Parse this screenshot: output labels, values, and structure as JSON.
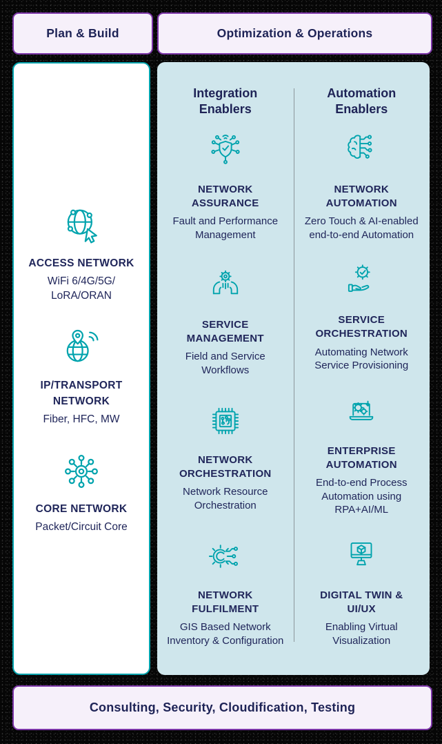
{
  "colors": {
    "teal": "#00A3AD",
    "navy": "#20265A",
    "panel_blue": "#CFE6EC",
    "lavender": "#F6F0FA",
    "purple_border": "#7C35A8"
  },
  "top_headers": {
    "plan_build": "Plan & Build",
    "optimization_operations": "Optimization & Operations"
  },
  "plan_build": {
    "items": [
      {
        "icon": "globe-cursor-icon",
        "title": "ACCESS NETWORK",
        "subtitle": "WiFi 6/4G/5G/\nLoRA/ORAN"
      },
      {
        "icon": "globe-pin-signal-icon",
        "title": "IP/TRANSPORT\nNETWORK",
        "subtitle": "Fiber, HFC, MW"
      },
      {
        "icon": "hub-network-icon",
        "title": "CORE NETWORK",
        "subtitle": "Packet/Circuit Core"
      }
    ]
  },
  "optimization": {
    "integration": {
      "heading": "Integration\nEnablers",
      "items": [
        {
          "icon": "shield-check-network-icon",
          "title": "NETWORK\nASSURANCE",
          "subtitle": "Fault and Performance\nManagement"
        },
        {
          "icon": "hands-gear-icon",
          "title": "SERVICE\nMANAGEMENT",
          "subtitle": "Field and Service\nWorkflows"
        },
        {
          "icon": "chip-icon",
          "title": "NETWORK\nORCHESTRATION",
          "subtitle": "Network Resource\nOrchestration"
        },
        {
          "icon": "gear-circuit-icon",
          "title": "NETWORK\nFULFILMENT",
          "subtitle": "GIS Based Network\nInventory & Configuration"
        }
      ]
    },
    "automation": {
      "heading": "Automation\nEnablers",
      "items": [
        {
          "icon": "brain-circuit-icon",
          "title": "NETWORK\nAUTOMATION",
          "subtitle": "Zero Touch & AI-enabled\nend-to-end Automation"
        },
        {
          "icon": "hand-gear-check-icon",
          "title": "SERVICE\nORCHESTRATION",
          "subtitle": "Automating Network\nService Provisioning"
        },
        {
          "icon": "laptop-gears-icon",
          "title": "ENTERPRISE\nAUTOMATION",
          "subtitle": "End-to-end Process\nAutomation using\nRPA+AI/ML"
        },
        {
          "icon": "monitor-cube-icon",
          "title": "DIGITAL TWIN &\nUI/UX",
          "subtitle": "Enabling Virtual\nVisualization"
        }
      ]
    }
  },
  "footer": {
    "label": "Consulting, Security, Cloudification, Testing"
  }
}
